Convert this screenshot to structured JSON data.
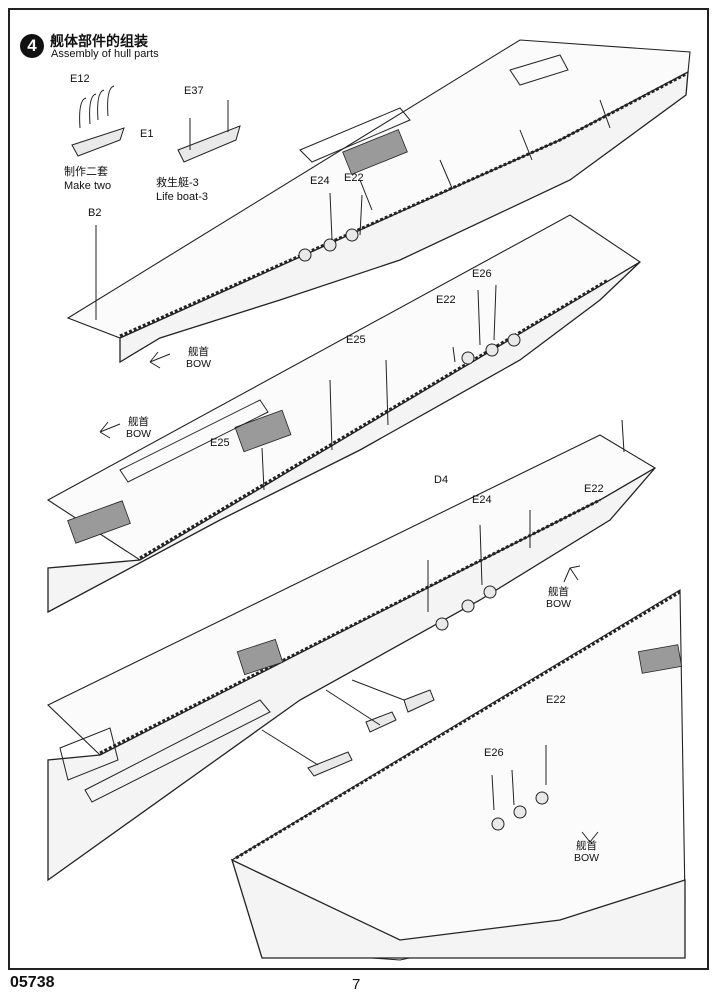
{
  "step": {
    "number": "4",
    "title_cn": "舰体部件的组装",
    "title_en": "Assembly of hull parts"
  },
  "parts": {
    "e12": "E12",
    "e1": "E1",
    "e37": "E37",
    "b2": "B2",
    "e24_a": "E24",
    "e22_a": "E22",
    "e26_a": "E26",
    "e22_b": "E22",
    "e25_a": "E25",
    "e25_b": "E25",
    "d4": "D4",
    "e24_b": "E24",
    "e22_c": "E22",
    "e22_d": "E22",
    "e26_b": "E26"
  },
  "notes": {
    "make_two_cn": "制作二套",
    "make_two_en": "Make two",
    "lifeboat_cn": "救生艇-3",
    "lifeboat_en": "Life boat-3"
  },
  "bow_labels": [
    {
      "cn": "舰首",
      "en": "BOW"
    },
    {
      "cn": "舰首",
      "en": "BOW"
    },
    {
      "cn": "舰首",
      "en": "BOW"
    },
    {
      "cn": "舰首",
      "en": "BOW"
    }
  ],
  "footer": {
    "code": "05738",
    "page": "7"
  }
}
